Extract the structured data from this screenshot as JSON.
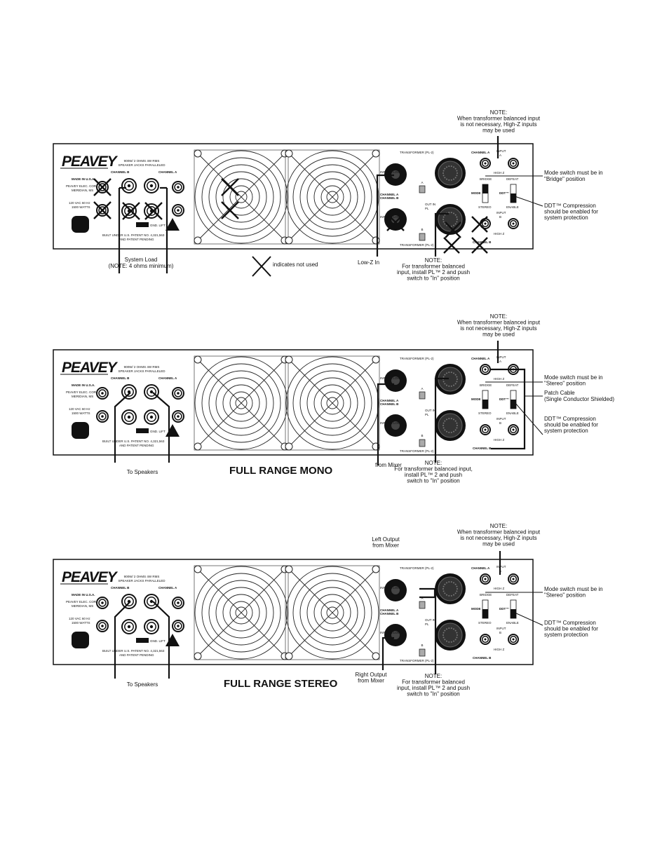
{
  "panel": {
    "logo": "PEAVEY",
    "made_in": "MADE IN U.S.A.",
    "maker1": "PEAVEY ELEC. CORP",
    "maker2": "MERIDIAN, MS",
    "power1": "120 VAC 60 Hz",
    "power2": "1500 WATTS",
    "spk1": "900W/ 2 OHMS 4W RMS",
    "spk2": "SPEAKER JACKS PARALLELED",
    "ch_b": "CHANNEL B",
    "ch_a": "CHANNEL A",
    "gnd": "GND. LIFT",
    "patent1": "BUILT UNDER U.S. PATENT NO. 4,321,563",
    "patent2": "AND PATENT PENDING",
    "transformer": "TRANSFORMER (PL-2)",
    "input_a": "INPUT A LOW Z",
    "input_b": "INPUT B LOW Z",
    "chan_ab1": "CHANNEL A",
    "chan_ab2": "CHANNEL B",
    "out_in": "OUT IN",
    "pl": "PL",
    "a": "A",
    "b": "B",
    "input": "INPUT",
    "high_z": "HIGH Z",
    "bridge": "BRIDGE",
    "defeat": "DEFEAT",
    "mode": "MODE",
    "ddt": "DDT™",
    "stereo": "STEREO",
    "enable": "ENABLE"
  },
  "diagrams": [
    {
      "note_top": [
        "NOTE:",
        "When transformer balanced input",
        "is not necessary, High-Z inputs",
        "may be used"
      ],
      "mode_note": [
        "Mode switch must be in",
        "\"Bridge\" position"
      ],
      "ddt_note": [
        "DDT™ Compression",
        "should be enabled for",
        "system protection"
      ],
      "load": [
        "System Load",
        "(NOTE: 4 ohms minimum)"
      ],
      "legend": "indicates not used",
      "lowz": "Low-Z In",
      "note_bottom": [
        "NOTE:",
        "For transformer balanced",
        "input, install PL™ 2 and push",
        "switch to \"In\" position"
      ]
    },
    {
      "note_top": [
        "NOTE:",
        "When transformer balanced input",
        "is not necessary, High-Z inputs",
        "may be used"
      ],
      "mode_note": [
        "Mode switch must be in",
        "\"Stereo\" position"
      ],
      "patch": [
        "Patch Cable",
        "(Single Conductor Shielded)"
      ],
      "ddt_note": [
        "DDT™ Compression",
        "should be enabled for",
        "system protection"
      ],
      "speakers": "To Speakers",
      "title": "FULL RANGE MONO",
      "mixer": "from Mixer",
      "note_bottom": [
        "NOTE:",
        "For transformer balanced input,",
        "install PL™ 2 and push",
        "switch to \"In\" position"
      ]
    },
    {
      "left_out": [
        "Left Output",
        "from Mixer"
      ],
      "note_top": [
        "NOTE:",
        "When transformer balanced input",
        "is not necessary, High-Z inputs",
        "may be used"
      ],
      "mode_note": [
        "Mode switch must be in",
        "\"Stereo\" position"
      ],
      "ddt_note": [
        "DDT™ Compression",
        "should be enabled for",
        "system protection"
      ],
      "speakers": "To Speakers",
      "title": "FULL RANGE STEREO",
      "right_out": [
        "Right Output",
        "from Mixer"
      ],
      "note_bottom": [
        "NOTE:",
        "For transformer balanced",
        "input, install PL™ 2 and push",
        "switch to \"In\" position"
      ]
    }
  ]
}
